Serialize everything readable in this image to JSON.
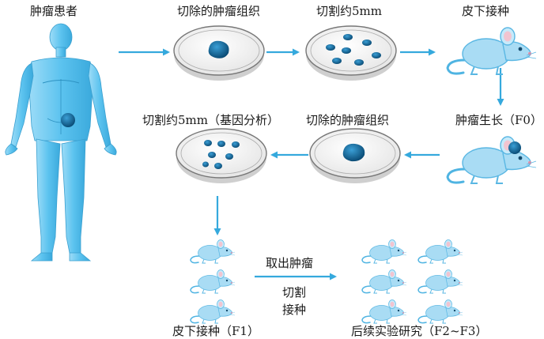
{
  "labels": {
    "patient": "肿瘤患者",
    "excised_tumor_top": "切除的肿瘤组织",
    "cut_5mm_top": "切割约5mm",
    "subcutaneous_inoculation": "皮下接种",
    "tumor_growth_f0": "肿瘤生长（F0）",
    "excised_tumor_mid": "切除的肿瘤组织",
    "cut_5mm_analysis": "切割约5mm（基因分析）",
    "subcutaneous_f1": "皮下接种（F1）",
    "remove_tumor": "取出肿瘤",
    "cut": "切割",
    "inoculate": "接种",
    "followup_f2_f3": "后续实验研究（F2~F3）"
  },
  "colors": {
    "arrow": "#35a9dd",
    "body": "#63c7f2",
    "tumor": "#0b5e93",
    "dish_rim": "#777777",
    "mouse": "#a9dcf4"
  },
  "icons": [
    "human-figure",
    "petri-dish",
    "mouse"
  ]
}
